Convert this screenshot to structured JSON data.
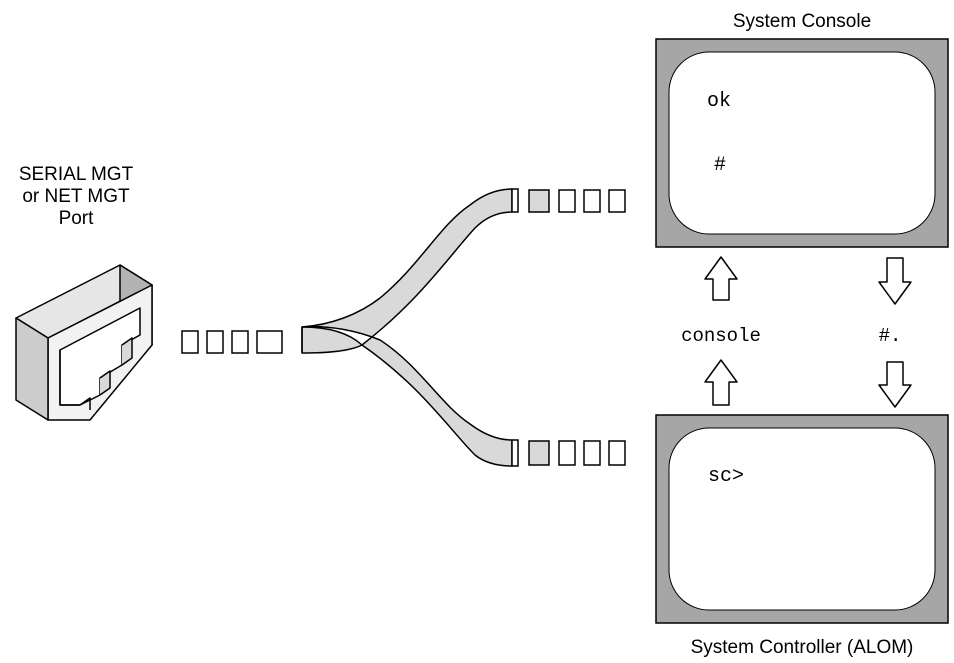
{
  "port_label": {
    "line1": "SERIAL MGT",
    "line2": "or NET MGT",
    "line3": "Port"
  },
  "system_console": {
    "title": "System Console",
    "prompt_ok": "ok",
    "prompt_hash": "#"
  },
  "system_controller": {
    "title": "System Controller (ALOM)",
    "prompt_sc": "sc>"
  },
  "switch_commands": {
    "to_console": "console",
    "to_controller": "#."
  },
  "colors": {
    "screen_frame": "#a6a6a6",
    "screen_face": "#ffffff",
    "cable_fill": "#d9d9d9",
    "stroke": "#000000"
  }
}
